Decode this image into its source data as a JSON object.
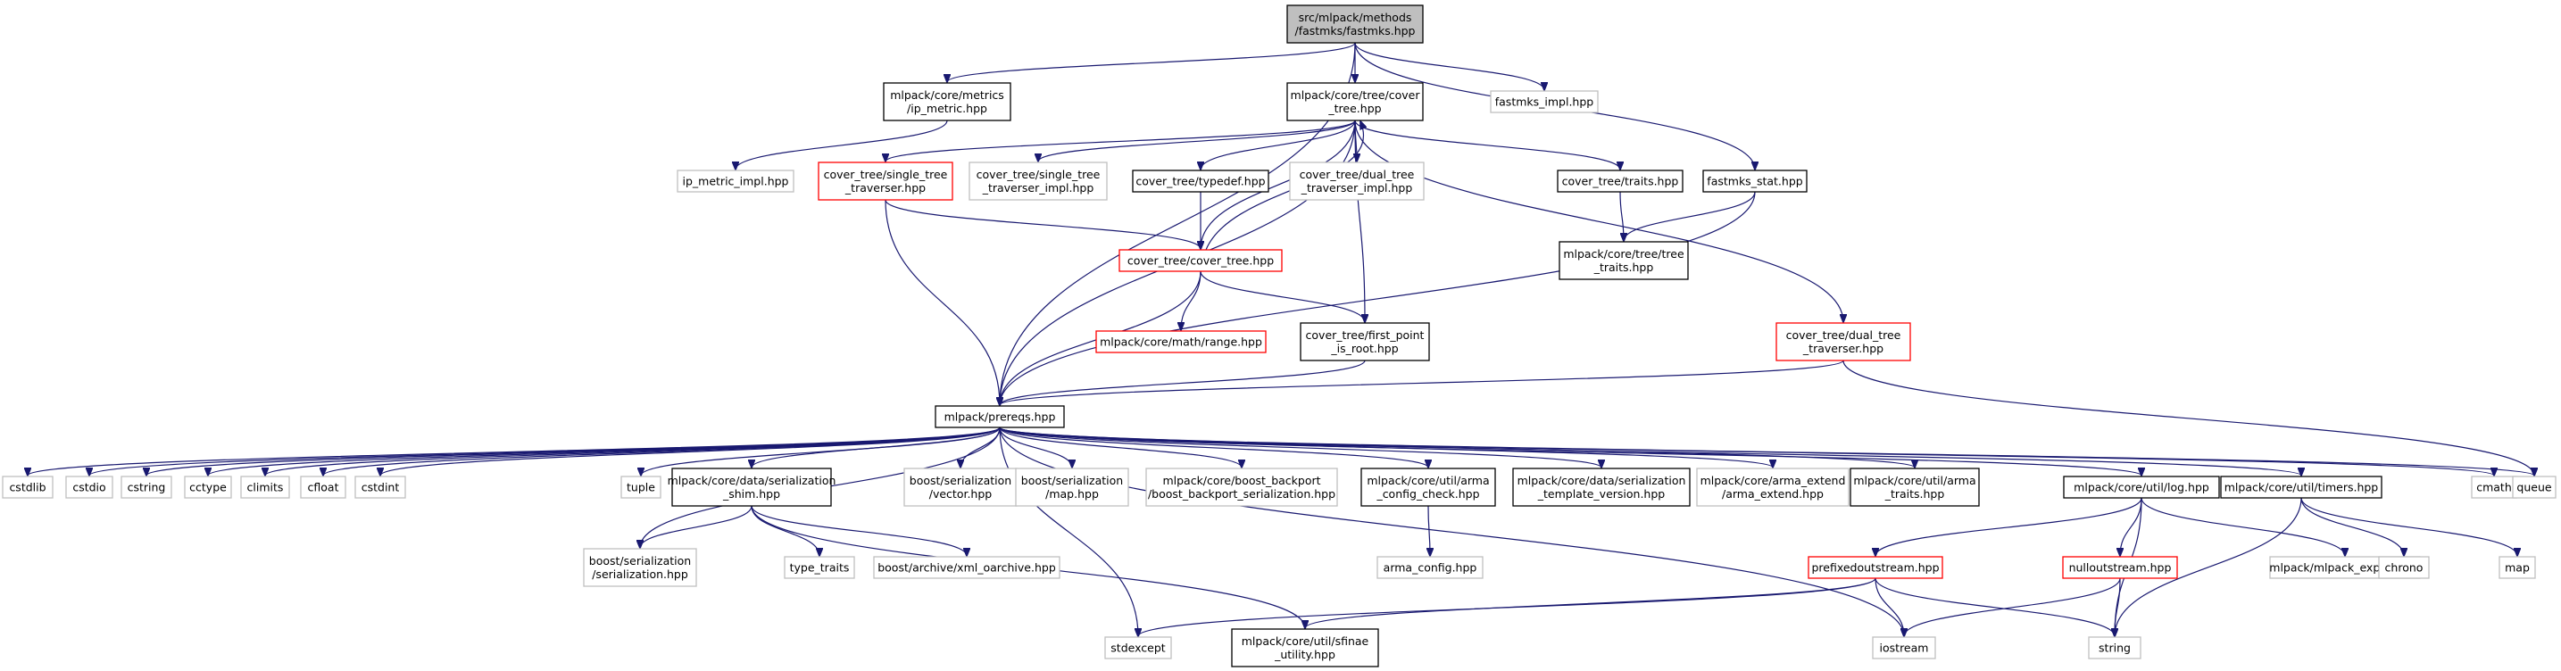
{
  "colors": {
    "edge": "#191970",
    "root_fill": "#bfbfbf",
    "documented_border": "#000000",
    "external_border": "#bfbfbf",
    "truncated_border": "#ff0000",
    "background": "#ffffff"
  },
  "nodes": [
    {
      "id": "fastmks",
      "lines": [
        "src/mlpack/methods",
        "/fastmks/fastmks.hpp"
      ],
      "kind": "root"
    },
    {
      "id": "ip_metric",
      "lines": [
        "mlpack/core/metrics",
        "/ip_metric.hpp"
      ],
      "kind": "doc"
    },
    {
      "id": "cover_tree",
      "lines": [
        "mlpack/core/tree/cover",
        "_tree.hpp"
      ],
      "kind": "doc"
    },
    {
      "id": "fastmks_impl",
      "lines": [
        "fastmks_impl.hpp"
      ],
      "kind": "ext"
    },
    {
      "id": "ip_metric_impl",
      "lines": [
        "ip_metric_impl.hpp"
      ],
      "kind": "ext"
    },
    {
      "id": "single_tree",
      "lines": [
        "cover_tree/single_tree",
        "_traverser.hpp"
      ],
      "kind": "trunc"
    },
    {
      "id": "single_tree_impl",
      "lines": [
        "cover_tree/single_tree",
        "_traverser_impl.hpp"
      ],
      "kind": "ext"
    },
    {
      "id": "typedef",
      "lines": [
        "cover_tree/typedef.hpp"
      ],
      "kind": "doc"
    },
    {
      "id": "dual_tree_impl",
      "lines": [
        "cover_tree/dual_tree",
        "_traverser_impl.hpp"
      ],
      "kind": "ext"
    },
    {
      "id": "ct_traits",
      "lines": [
        "cover_tree/traits.hpp"
      ],
      "kind": "doc"
    },
    {
      "id": "fastmks_stat",
      "lines": [
        "fastmks_stat.hpp"
      ],
      "kind": "doc"
    },
    {
      "id": "ct_cover_tree",
      "lines": [
        "cover_tree/cover_tree.hpp"
      ],
      "kind": "trunc"
    },
    {
      "id": "tree_traits",
      "lines": [
        "mlpack/core/tree/tree",
        "_traits.hpp"
      ],
      "kind": "doc"
    },
    {
      "id": "range",
      "lines": [
        "mlpack/core/math/range.hpp"
      ],
      "kind": "trunc"
    },
    {
      "id": "first_point",
      "lines": [
        "cover_tree/first_point",
        "_is_root.hpp"
      ],
      "kind": "doc"
    },
    {
      "id": "dual_tree",
      "lines": [
        "cover_tree/dual_tree",
        "_traverser.hpp"
      ],
      "kind": "trunc"
    },
    {
      "id": "prereqs",
      "lines": [
        "mlpack/prereqs.hpp"
      ],
      "kind": "doc"
    },
    {
      "id": "cstdlib",
      "lines": [
        "cstdlib"
      ],
      "kind": "ext"
    },
    {
      "id": "cstdio",
      "lines": [
        "cstdio"
      ],
      "kind": "ext"
    },
    {
      "id": "cstring",
      "lines": [
        "cstring"
      ],
      "kind": "ext"
    },
    {
      "id": "cctype",
      "lines": [
        "cctype"
      ],
      "kind": "ext"
    },
    {
      "id": "climits",
      "lines": [
        "climits"
      ],
      "kind": "ext"
    },
    {
      "id": "cfloat",
      "lines": [
        "cfloat"
      ],
      "kind": "ext"
    },
    {
      "id": "cstdint",
      "lines": [
        "cstdint"
      ],
      "kind": "ext"
    },
    {
      "id": "tuple",
      "lines": [
        "tuple"
      ],
      "kind": "ext"
    },
    {
      "id": "shim",
      "lines": [
        "mlpack/core/data/serialization",
        "_shim.hpp"
      ],
      "kind": "doc"
    },
    {
      "id": "boost_vector",
      "lines": [
        "boost/serialization",
        "/vector.hpp"
      ],
      "kind": "ext"
    },
    {
      "id": "boost_map",
      "lines": [
        "boost/serialization",
        "/map.hpp"
      ],
      "kind": "ext"
    },
    {
      "id": "boost_backport",
      "lines": [
        "mlpack/core/boost_backport",
        "/boost_backport_serialization.hpp"
      ],
      "kind": "ext"
    },
    {
      "id": "arma_config_check",
      "lines": [
        "mlpack/core/util/arma",
        "_config_check.hpp"
      ],
      "kind": "doc"
    },
    {
      "id": "ser_template",
      "lines": [
        "mlpack/core/data/serialization",
        "_template_version.hpp"
      ],
      "kind": "doc"
    },
    {
      "id": "arma_extend",
      "lines": [
        "mlpack/core/arma_extend",
        "/arma_extend.hpp"
      ],
      "kind": "ext"
    },
    {
      "id": "arma_traits",
      "lines": [
        "mlpack/core/util/arma",
        "_traits.hpp"
      ],
      "kind": "doc"
    },
    {
      "id": "log",
      "lines": [
        "mlpack/core/util/log.hpp"
      ],
      "kind": "doc"
    },
    {
      "id": "timers",
      "lines": [
        "mlpack/core/util/timers.hpp"
      ],
      "kind": "doc"
    },
    {
      "id": "cmath",
      "lines": [
        "cmath"
      ],
      "kind": "ext"
    },
    {
      "id": "queue",
      "lines": [
        "queue"
      ],
      "kind": "ext"
    },
    {
      "id": "boost_serialization",
      "lines": [
        "boost/serialization",
        "/serialization.hpp"
      ],
      "kind": "ext"
    },
    {
      "id": "type_traits",
      "lines": [
        "type_traits"
      ],
      "kind": "ext"
    },
    {
      "id": "xml_oarchive",
      "lines": [
        "boost/archive/xml_oarchive.hpp"
      ],
      "kind": "ext"
    },
    {
      "id": "arma_config",
      "lines": [
        "arma_config.hpp"
      ],
      "kind": "ext"
    },
    {
      "id": "prefixedoutstream",
      "lines": [
        "prefixedoutstream.hpp"
      ],
      "kind": "trunc"
    },
    {
      "id": "nulloutstream",
      "lines": [
        "nulloutstream.hpp"
      ],
      "kind": "trunc"
    },
    {
      "id": "mlpack_export",
      "lines": [
        "mlpack/mlpack_export.hpp"
      ],
      "kind": "ext"
    },
    {
      "id": "chrono",
      "lines": [
        "chrono"
      ],
      "kind": "ext"
    },
    {
      "id": "map",
      "lines": [
        "map"
      ],
      "kind": "ext"
    },
    {
      "id": "stdexcept",
      "lines": [
        "stdexcept"
      ],
      "kind": "ext"
    },
    {
      "id": "sfinae",
      "lines": [
        "mlpack/core/util/sfinae",
        "_utility.hpp"
      ],
      "kind": "doc"
    },
    {
      "id": "iostream",
      "lines": [
        "iostream"
      ],
      "kind": "ext"
    },
    {
      "id": "string",
      "lines": [
        "string"
      ],
      "kind": "ext"
    }
  ],
  "edges": [
    [
      "fastmks",
      "ip_metric"
    ],
    [
      "fastmks",
      "cover_tree"
    ],
    [
      "fastmks",
      "fastmks_impl"
    ],
    [
      "fastmks",
      "fastmks_stat"
    ],
    [
      "fastmks",
      "prereqs"
    ],
    [
      "ip_metric",
      "ip_metric_impl"
    ],
    [
      "cover_tree",
      "single_tree"
    ],
    [
      "cover_tree",
      "single_tree_impl"
    ],
    [
      "cover_tree",
      "typedef"
    ],
    [
      "cover_tree",
      "dual_tree_impl"
    ],
    [
      "cover_tree",
      "ct_traits"
    ],
    [
      "cover_tree",
      "ct_cover_tree"
    ],
    [
      "cover_tree",
      "first_point"
    ],
    [
      "cover_tree",
      "dual_tree"
    ],
    [
      "cover_tree",
      "prereqs"
    ],
    [
      "single_tree",
      "ct_cover_tree"
    ],
    [
      "single_tree",
      "prereqs"
    ],
    [
      "typedef",
      "ct_cover_tree"
    ],
    [
      "ct_cover_tree",
      "cover_tree"
    ],
    [
      "ct_cover_tree",
      "range"
    ],
    [
      "ct_cover_tree",
      "first_point"
    ],
    [
      "ct_cover_tree",
      "prereqs"
    ],
    [
      "ct_traits",
      "tree_traits"
    ],
    [
      "fastmks_stat",
      "tree_traits"
    ],
    [
      "fastmks_stat",
      "prereqs"
    ],
    [
      "first_point",
      "prereqs"
    ],
    [
      "dual_tree",
      "prereqs"
    ],
    [
      "dual_tree",
      "queue"
    ],
    [
      "prereqs",
      "cstdlib"
    ],
    [
      "prereqs",
      "cstdio"
    ],
    [
      "prereqs",
      "cstring"
    ],
    [
      "prereqs",
      "cctype"
    ],
    [
      "prereqs",
      "climits"
    ],
    [
      "prereqs",
      "cfloat"
    ],
    [
      "prereqs",
      "cstdint"
    ],
    [
      "prereqs",
      "tuple"
    ],
    [
      "prereqs",
      "shim"
    ],
    [
      "prereqs",
      "boost_vector"
    ],
    [
      "prereqs",
      "boost_map"
    ],
    [
      "prereqs",
      "boost_backport"
    ],
    [
      "prereqs",
      "arma_config_check"
    ],
    [
      "prereqs",
      "ser_template"
    ],
    [
      "prereqs",
      "arma_extend"
    ],
    [
      "prereqs",
      "arma_traits"
    ],
    [
      "prereqs",
      "log"
    ],
    [
      "prereqs",
      "timers"
    ],
    [
      "prereqs",
      "cmath"
    ],
    [
      "prereqs",
      "queue"
    ],
    [
      "prereqs",
      "boost_serialization"
    ],
    [
      "prereqs",
      "stdexcept"
    ],
    [
      "prereqs",
      "iostream"
    ],
    [
      "shim",
      "boost_serialization"
    ],
    [
      "shim",
      "type_traits"
    ],
    [
      "shim",
      "xml_oarchive"
    ],
    [
      "shim",
      "sfinae"
    ],
    [
      "arma_config_check",
      "arma_config"
    ],
    [
      "log",
      "prefixedoutstream"
    ],
    [
      "log",
      "nulloutstream"
    ],
    [
      "log",
      "mlpack_export"
    ],
    [
      "log",
      "string"
    ],
    [
      "timers",
      "chrono"
    ],
    [
      "timers",
      "map"
    ],
    [
      "timers",
      "string"
    ],
    [
      "prefixedoutstream",
      "stdexcept"
    ],
    [
      "prefixedoutstream",
      "sfinae"
    ],
    [
      "prefixedoutstream",
      "iostream"
    ],
    [
      "prefixedoutstream",
      "string"
    ],
    [
      "nulloutstream",
      "iostream"
    ],
    [
      "nulloutstream",
      "string"
    ]
  ]
}
